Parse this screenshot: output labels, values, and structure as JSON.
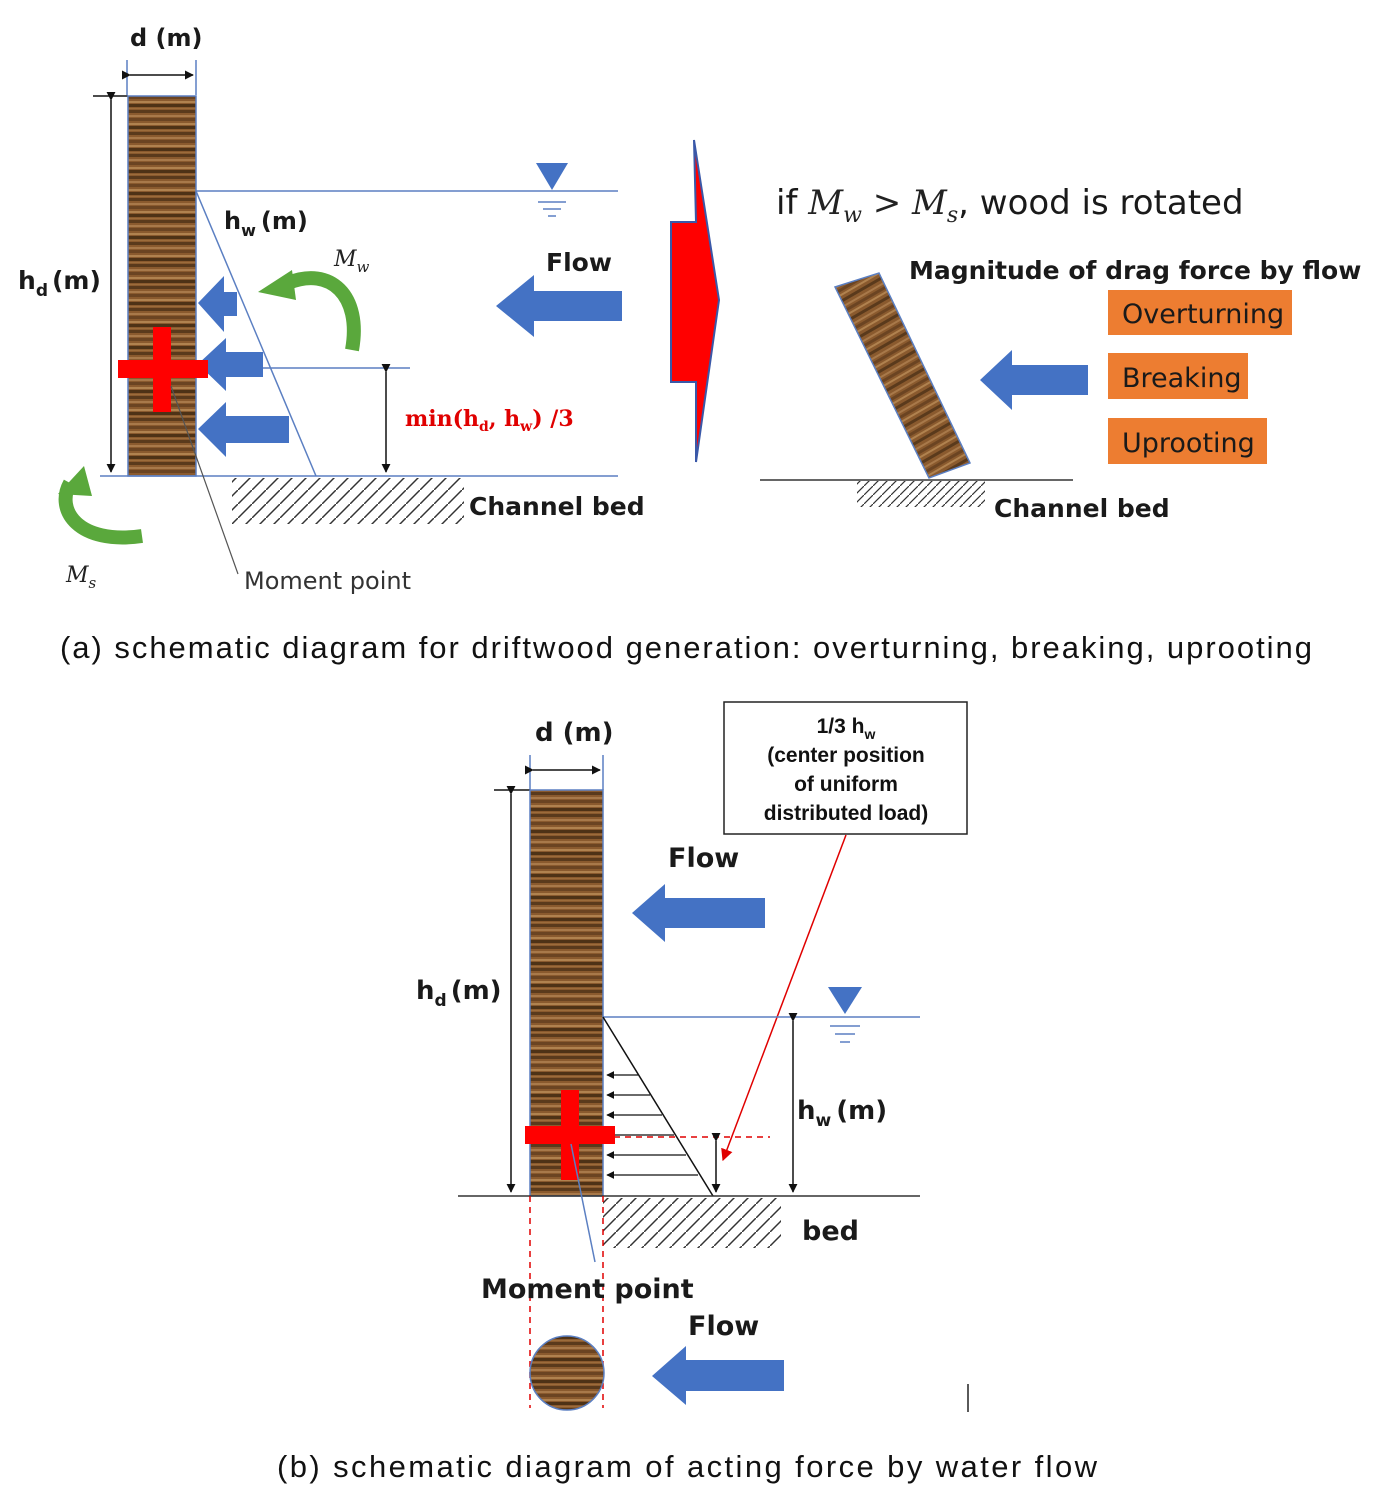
{
  "colors": {
    "wood_dark": "#5a3a1c",
    "wood_mid": "#8a5a2e",
    "wood_light": "#a8794a",
    "water_line": "#5b7fc2",
    "arrow_blue": "#4472c4",
    "moment_green": "#5aa83c",
    "cross_red": "#ff0000",
    "orange_box": "#ed7d31",
    "text": "#111111"
  },
  "panel_a": {
    "d_label": "d (m)",
    "hd_main": "h",
    "hd_sub": "d",
    "hd_unit": "(m)",
    "hw_main": "h",
    "hw_sub": "w",
    "hw_unit": "(m)",
    "mw_main": "M",
    "mw_sub": "w",
    "ms_main": "M",
    "ms_sub": "s",
    "flow_label": "Flow",
    "min_formula": "min(h",
    "min_sub_d": "d",
    "min_mid": ", h",
    "min_sub_w": "w",
    "min_end": ") /3",
    "channel_bed": "Channel bed",
    "moment_point": "Moment point",
    "condition_prefix": "if ",
    "condition_m1": "M",
    "condition_sub1": "w",
    "condition_gt": " > ",
    "condition_m2": "M",
    "condition_sub2": "s",
    "condition_suffix": ", wood is rotated",
    "drag_title": "Magnitude of drag force by flow",
    "modes": [
      "Overturning",
      "Breaking",
      "Uprooting"
    ],
    "channel_bed_right": "Channel bed",
    "caption": "(a) schematic diagram for driftwood generation: overturning, breaking, uprooting"
  },
  "panel_b": {
    "d_label": "d (m)",
    "hd_main": "h",
    "hd_sub": "d",
    "hd_unit": "(m)",
    "hw_main": "h",
    "hw_sub": "w",
    "hw_unit": "(m)",
    "flow_top": "Flow",
    "flow_bottom": "Flow",
    "note_line1_pre": "1/3 h",
    "note_line1_sub": "w",
    "note_line2": "(center position",
    "note_line3": "of uniform",
    "note_line4": "distributed load)",
    "bed": "bed",
    "moment_point": "Moment point",
    "caption": "(b) schematic diagram of acting force by water flow"
  }
}
